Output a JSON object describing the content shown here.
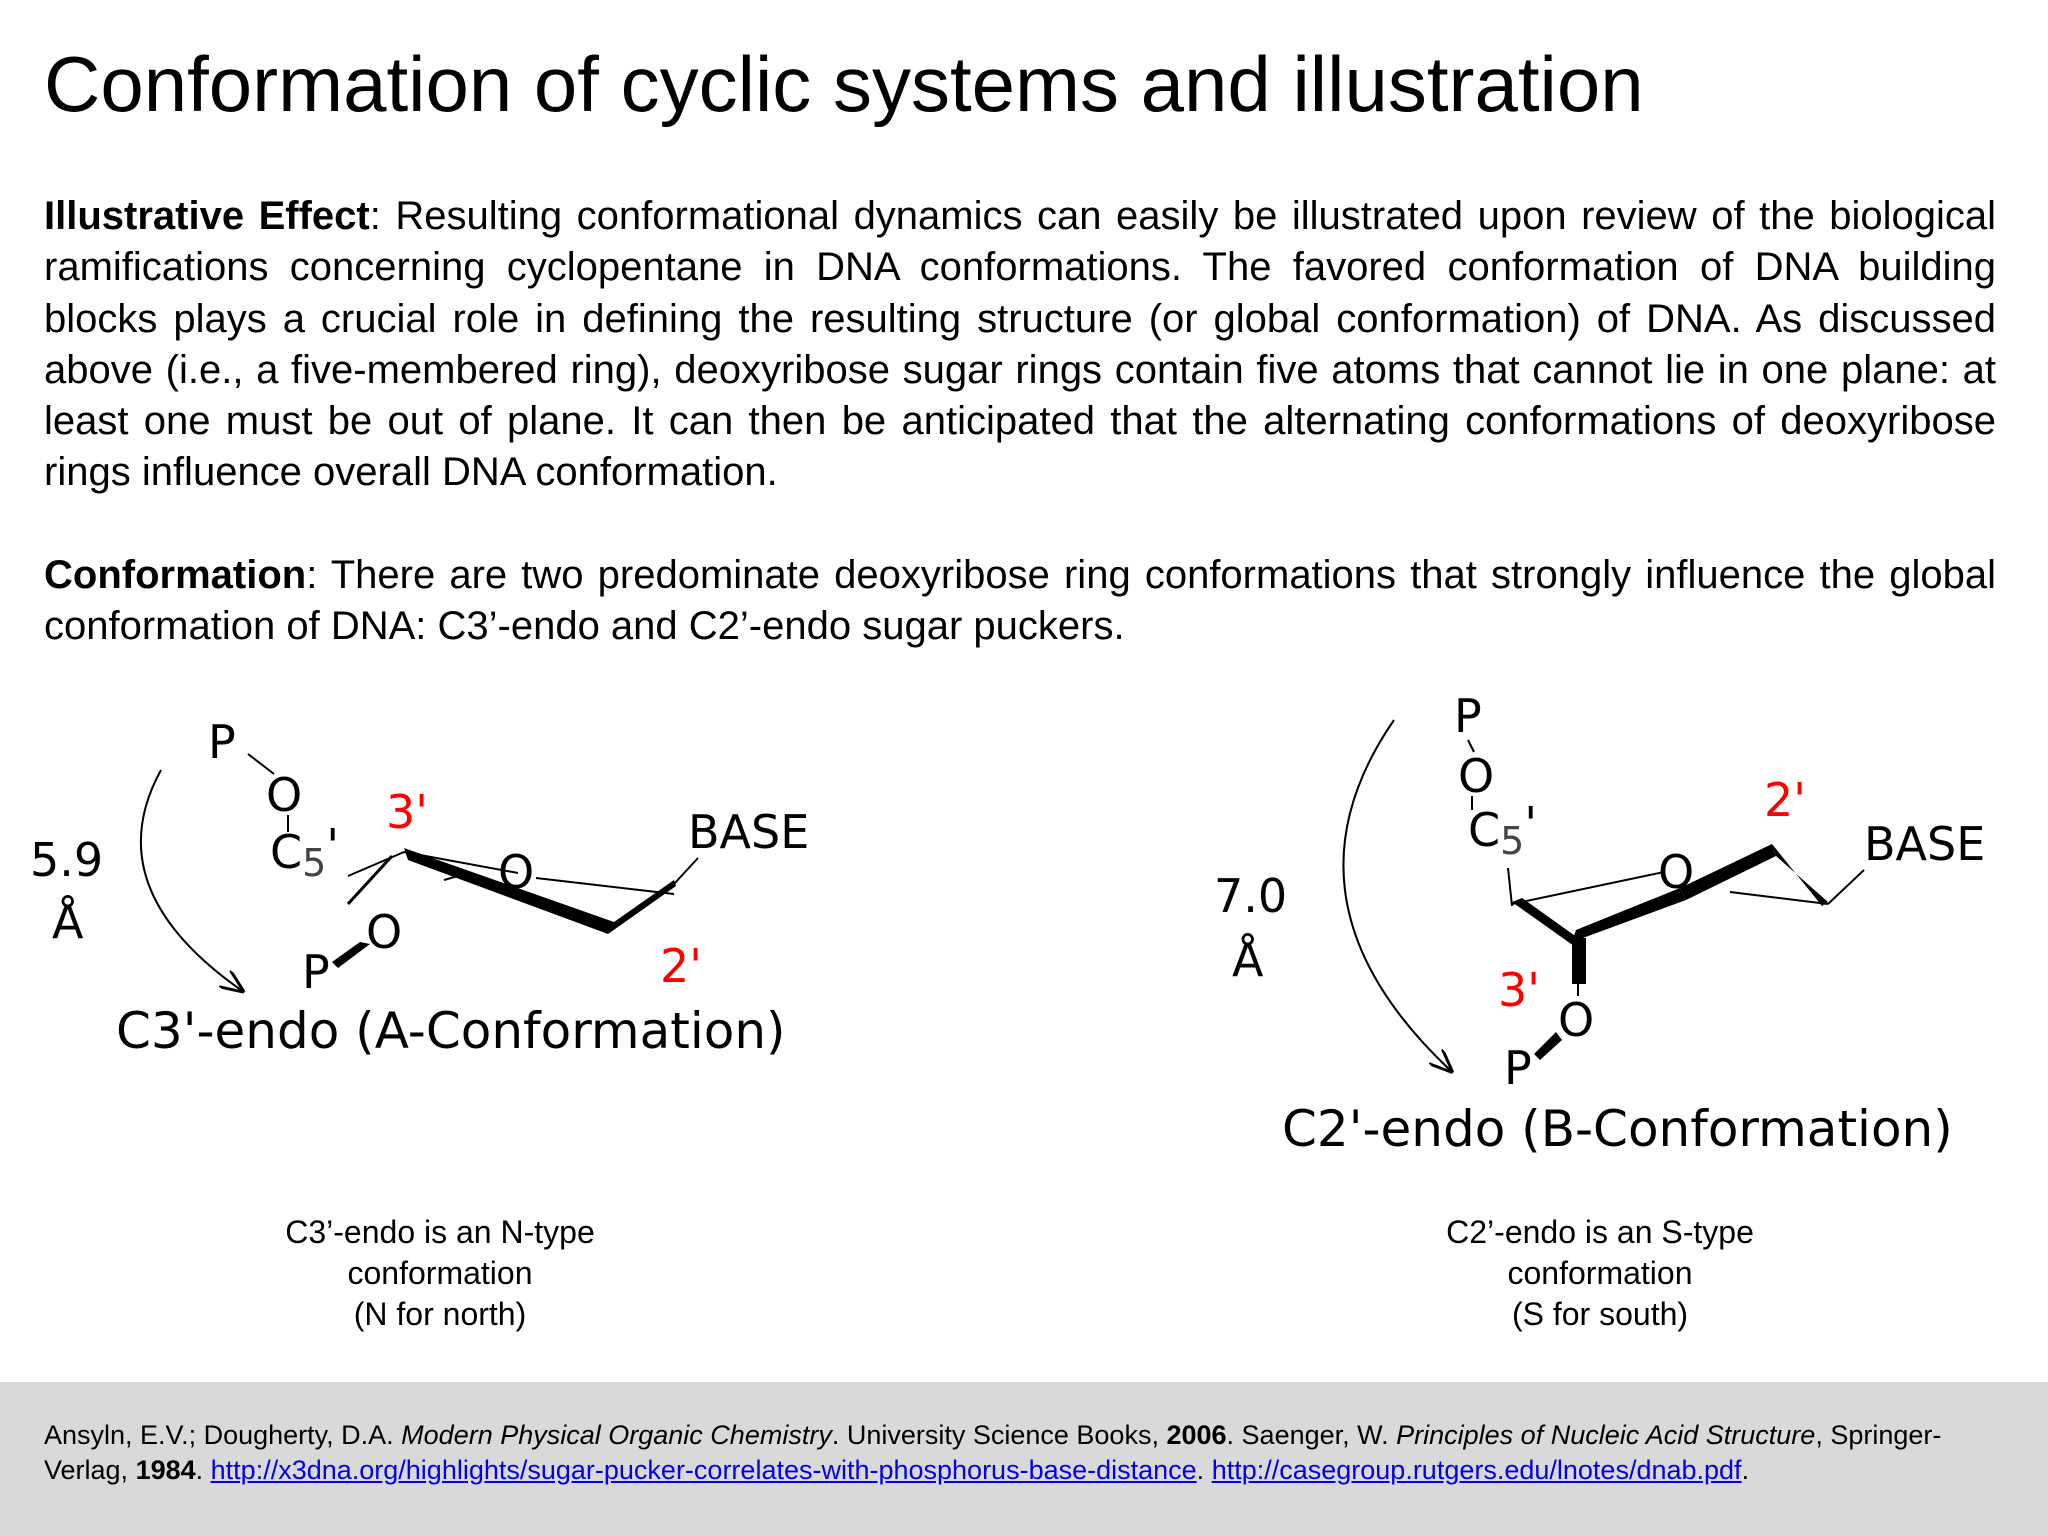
{
  "title": "Conformation of cyclic systems and illustration",
  "paragraph1": {
    "lead": "Illustrative Effect",
    "text": ": Resulting conformational dynamics can easily be illustrated upon review of the biological ramifications concerning cyclopentane in DNA conformations. The favored conformation of DNA building blocks plays a crucial role in defining the resulting structure (or global conformation) of DNA. As discussed above (i.e., a five-membered ring), deoxyribose sugar rings contain five atoms that cannot lie in one plane: at least one must be out of plane. It can then be anticipated that the alternating conformations of deoxyribose rings influence overall DNA conformation."
  },
  "paragraph2": {
    "lead": "Conformation",
    "text": ": There are two predominate deoxyribose ring conformations that strongly influence the global conformation of DNA: C3’-endo and C2’-endo sugar puckers."
  },
  "diagram_a": {
    "distance_value": "5.9",
    "distance_unit": "Å",
    "p_top": "P",
    "o_top": "O",
    "c5_label": "C",
    "c5_sub": "5",
    "c5_prime": "'",
    "label_3prime": "3'",
    "ring_o": "O",
    "base": "BASE",
    "label_2prime": "2'",
    "p_bottom": "P",
    "o_bottom": "O",
    "name": "C3'-endo (A-Conformation)"
  },
  "diagram_b": {
    "distance_value": "7.0",
    "distance_unit": "Å",
    "p_top": "P",
    "o_top": "O",
    "c5_label": "C",
    "c5_sub": "5",
    "c5_prime": "'",
    "label_2prime": "2'",
    "ring_o": "O",
    "base": "BASE",
    "label_3prime": "3'",
    "o_bottom": "O",
    "p_bottom": "P",
    "name": "C2'-endo (B-Conformation)"
  },
  "caption_a": [
    "C3’-endo is an N-type",
    "conformation",
    "(N for north)"
  ],
  "caption_b": [
    "C2’-endo is an S-type",
    "conformation",
    "(S for south)"
  ],
  "references": {
    "r1_authors": "Ansyln, E.V.; Dougherty, D.A. ",
    "r1_title": "Modern Physical Organic Chemistry",
    "r1_pub": ". University Science Books, ",
    "r1_year": "2006",
    "r2_authors": ". Saenger, W. ",
    "r2_title": "Principles of Nucleic Acid Structure",
    "r2_pub": ", Springer-Verlag, ",
    "r2_year": "1984",
    "sep1": ". ",
    "link1": "http://x3dna.org/highlights/sugar-pucker-correlates-with-phosphorus-base-distance",
    "sep2": ". ",
    "link2": "http://casegroup.rutgers.edu/lnotes/dnab.pdf",
    "end": "."
  },
  "colors": {
    "prime_label": "#ff0000",
    "footer_bg": "#d9d9d9",
    "link": "#0000ee"
  }
}
